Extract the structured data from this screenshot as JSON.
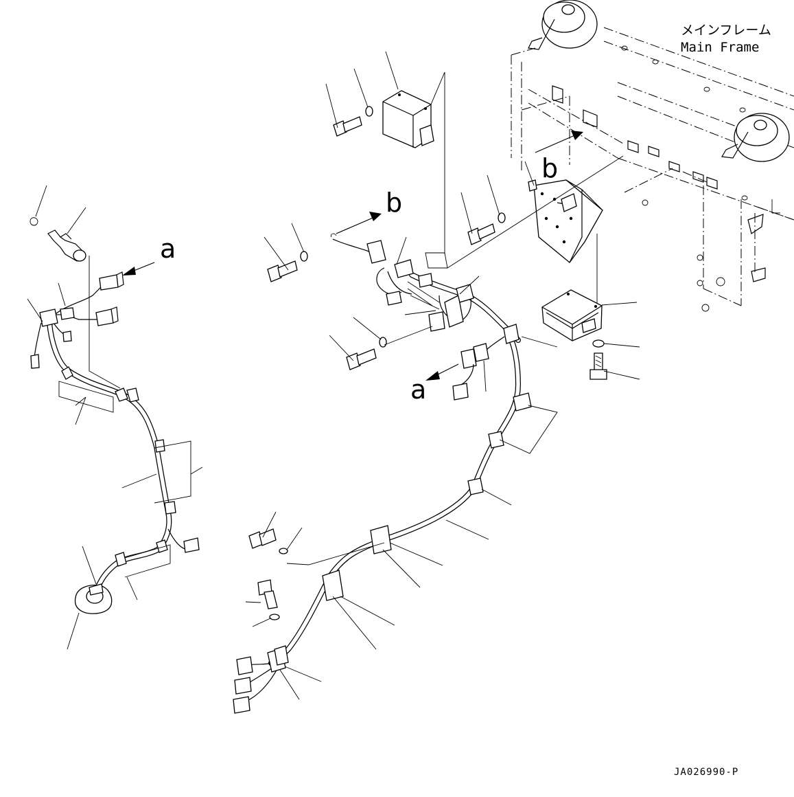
{
  "title": {
    "japanese": "メインフレーム",
    "english": "Main Frame"
  },
  "view_labels": {
    "a_upper": "a",
    "a_lower": "a",
    "b_upper": "b",
    "b_lower": "b"
  },
  "drawing_code": "JA026990-P"
}
